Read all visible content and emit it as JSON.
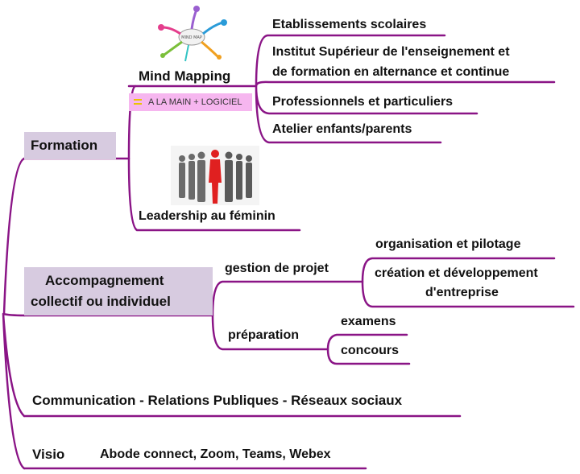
{
  "branches": {
    "formation": {
      "label": "Formation",
      "mind_mapping": {
        "label": "Mind Mapping",
        "image_icon": "mind-map-illustration",
        "tag_icon": "equals-icon",
        "tag_label": "A LA MAIN + LOGICIEL",
        "children": [
          "Etablissements scolaires",
          "Institut Supérieur de l'enseignement et",
          "de formation en alternance et continue",
          "Professionnels et particuliers",
          "Atelier enfants/parents"
        ]
      },
      "leadership": {
        "label": "Leadership au féminin",
        "image_icon": "business-people-illustration"
      }
    },
    "accompagnement": {
      "label_line1": "Accompagnement",
      "label_line2": "collectif ou individuel",
      "gestion": {
        "label": "gestion de projet",
        "children": [
          "organisation et  pilotage",
          "création et développement",
          "d'entreprise"
        ]
      },
      "preparation": {
        "label": "préparation",
        "children": [
          "examens",
          "concours"
        ]
      }
    },
    "communication": {
      "label": "Communication - Relations Publiques - Réseaux sociaux"
    },
    "visio": {
      "label": "Visio",
      "child": "Abode connect, Zoom, Teams, Webex"
    }
  },
  "colors": {
    "branch_line": "#8a1486",
    "box_fill": "#d7cbe0",
    "tag_fill": "#f6b6ef"
  }
}
